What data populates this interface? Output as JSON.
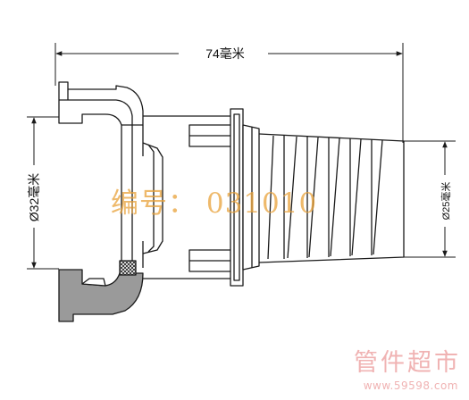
{
  "dimensions": {
    "overall_length": "74毫米",
    "left_diameter": "Ø32毫米",
    "right_diameter": "Ø25毫米"
  },
  "watermark": {
    "code_text": "编号： 031010",
    "site_name": "管件超市",
    "site_url": "www.59598.com"
  },
  "colors": {
    "line": "#1a1a1a",
    "section_fill": "#9a9a9a",
    "watermark_code": "#e8a23a",
    "watermark_site": "#f0b3b3"
  }
}
